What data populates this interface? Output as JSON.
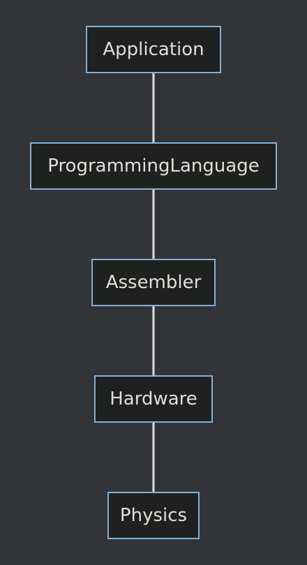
{
  "diagram": {
    "type": "flowchart",
    "nodes": [
      {
        "id": "application",
        "label": "Application"
      },
      {
        "id": "programminglanguage",
        "label": "ProgrammingLanguage"
      },
      {
        "id": "assembler",
        "label": "Assembler"
      },
      {
        "id": "hardware",
        "label": "Hardware"
      },
      {
        "id": "physics",
        "label": "Physics"
      }
    ],
    "edges": [
      {
        "from": "application",
        "to": "programminglanguage"
      },
      {
        "from": "programminglanguage",
        "to": "assembler"
      },
      {
        "from": "assembler",
        "to": "hardware"
      },
      {
        "from": "hardware",
        "to": "physics"
      }
    ],
    "colors": {
      "background": "#333438",
      "node_fill": "#1f2020",
      "node_border": "#81b1db",
      "edge": "#e0dfd7",
      "text": "#e0dfd7"
    }
  }
}
